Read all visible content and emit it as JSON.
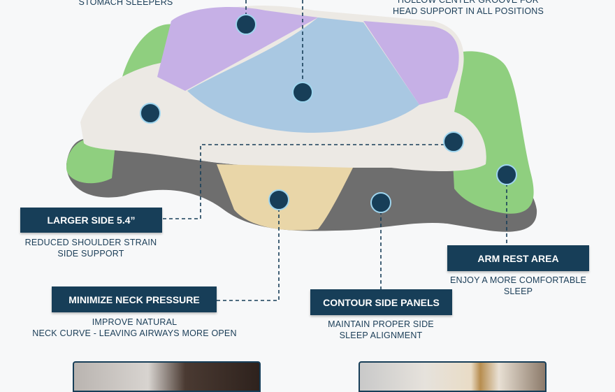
{
  "top_left_caption": "STOMACH SLEEPERS",
  "top_right_caption": [
    "HOLLOW CENTER GROOVE FOR",
    "HEAD SUPPORT IN ALL POSITIONS"
  ],
  "features": [
    {
      "title": "LARGER SIDE 5.4”",
      "lines": [
        "REDUCED SHOULDER STRAIN",
        "SIDE SUPPORT"
      ]
    },
    {
      "title": "MINIMIZE NECK PRESSURE",
      "lines": [
        "IMPROVE NATURAL",
        "NECK CURVE - LEAVING AIRWAYS MORE OPEN"
      ]
    },
    {
      "title": "CONTOUR SIDE PANELS",
      "lines": [
        "MAINTAIN PROPER SIDE",
        "SLEEP ALIGNMENT"
      ]
    },
    {
      "title": "ARM REST AREA",
      "lines": [
        "ENJOY A MORE COMFORTABLE",
        "SLEEP"
      ]
    }
  ],
  "colors": {
    "navy": "#173e58",
    "purple": "#c6b0e6",
    "blue": "#a9c8e2",
    "green": "#8fcf7f",
    "beige": "#e9d6a8",
    "white_foam": "#ece9e4",
    "mesh": "#6e6e6e"
  }
}
